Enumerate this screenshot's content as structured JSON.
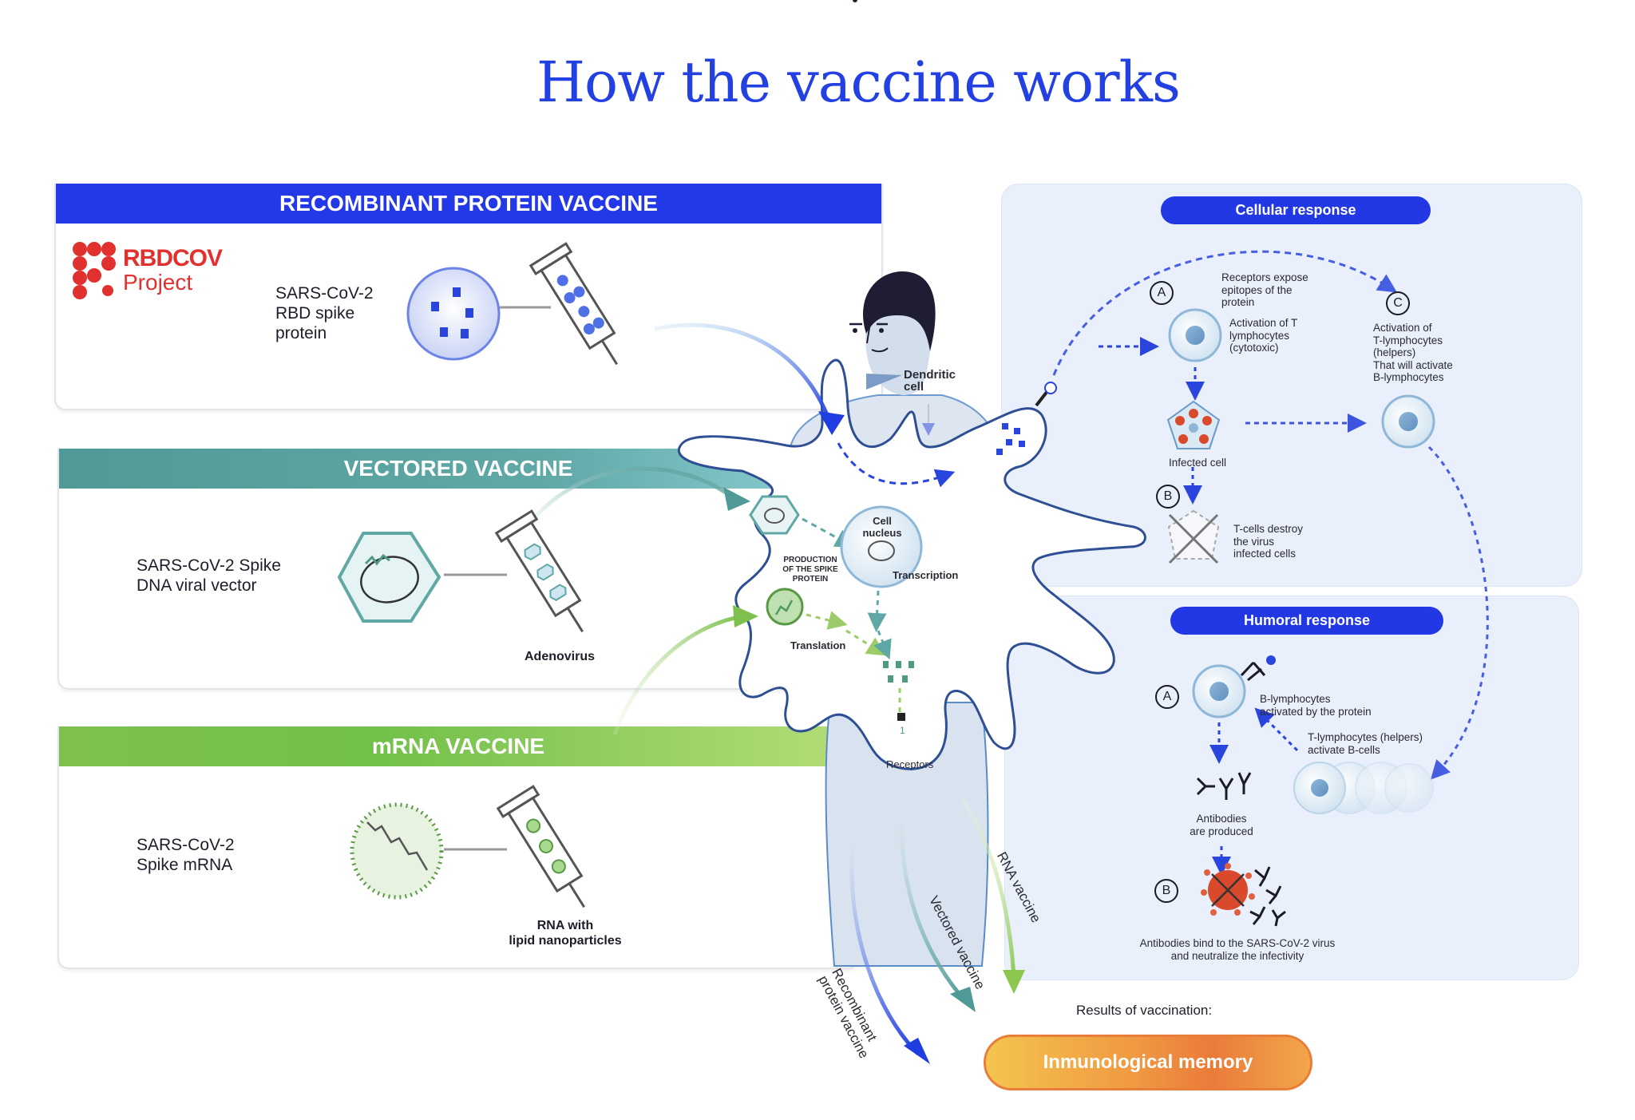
{
  "title": "How the vaccine works",
  "vaccines": {
    "recombinant": {
      "header": "RECOMBINANT PROTEIN VACCINE",
      "description": "SARS-CoV-2\nRBD spike\nprotein",
      "logo_line1": "RBDCOV",
      "logo_line2": "Project",
      "color": "#2338e6"
    },
    "vectored": {
      "header": "VECTORED VACCINE",
      "description": "SARS-CoV-2 Spike\nDNA viral vector",
      "syringe_label": "Adenovirus",
      "color": "#5fa8a6"
    },
    "mrna": {
      "header": "mRNA VACCINE",
      "description": "SARS-CoV-2\nSpike mRNA",
      "syringe_label": "RNA with\nlipid nanoparticles",
      "color": "#7ec04e"
    }
  },
  "dendritic": {
    "cell_label": "Dendritic\ncell",
    "nucleus_label": "Cell\nnucleus",
    "production_label": "PRODUCTION\nOF THE SPIKE\nPROTEIN",
    "transcription_label": "Transcription",
    "translation_label": "Translation",
    "receptors_label": "Receptors"
  },
  "pathways": {
    "recombinant": "Recombinant\nprotein vaccine",
    "vectored": "Vectored vaccine",
    "rna": "RNA vaccine"
  },
  "cellular": {
    "header": "Cellular response",
    "step_a_letter": "A",
    "receptors_text": "Receptors expose\nepitopes of the\nprotein",
    "activation_t_text": "Activation of T\nlymphocytes\n(cytotoxic)",
    "infected_cell_label": "Infected cell",
    "step_b_letter": "B",
    "destroy_text": "T-cells destroy\nthe virus\ninfected cells",
    "step_c_letter": "C",
    "activation_helpers_text": "Activation of\nT-lymphocytes\n(helpers)\nThat will activate\nB-lymphocytes"
  },
  "humoral": {
    "header": "Humoral response",
    "step_a_letter": "A",
    "b_lymph_text": "B-lymphocytes\nactivated by the protein",
    "t_helpers_text": "T-lymphocytes (helpers)\nactivate B-cells",
    "antibodies_text": "Antibodies\nare produced",
    "step_b_letter": "B",
    "neutralize_text": "Antibodies bind to the SARS-CoV-2 virus\nand neutralize the infectivity"
  },
  "results": {
    "label": "Results of vaccination:",
    "memory": "Inmunological memory"
  },
  "colors": {
    "title": "#2340e2",
    "primary_blue": "#2238e4",
    "teal": "#5fa8a6",
    "green": "#7ec04e",
    "logo_red": "#e0312f",
    "virus_red": "#d9492b",
    "panel_bg": "#e9effb",
    "memory_orange": "#ea7b3a"
  }
}
